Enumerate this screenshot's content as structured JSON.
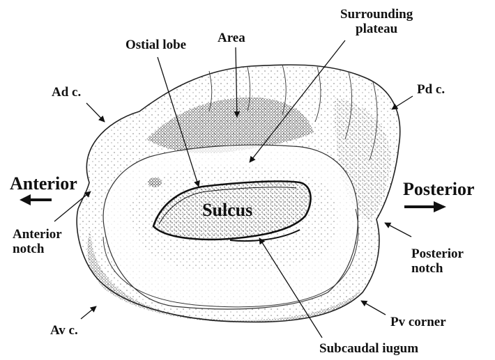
{
  "colors": {
    "ink": "#111111",
    "outline": "#222222",
    "stipple": "#1a1a1a",
    "background": "#ffffff"
  },
  "labels": {
    "area": "Area",
    "surrounding_plateau_line1": "Surrounding",
    "surrounding_plateau_line2": "plateau",
    "ostial_lobe": "Ostial lobe",
    "ad_corner": "Ad c.",
    "pd_corner": "Pd c.",
    "anterior": "Anterior",
    "posterior": "Posterior",
    "sulcus": "Sulcus",
    "anterior_notch_line1": "Anterior",
    "anterior_notch_line2": "notch",
    "posterior_notch_line1": "Posterior",
    "posterior_notch_line2": "notch",
    "av_corner": "Av c.",
    "pv_corner": "Pv corner",
    "subcaudal_iugum": "Subcaudal iugum"
  }
}
